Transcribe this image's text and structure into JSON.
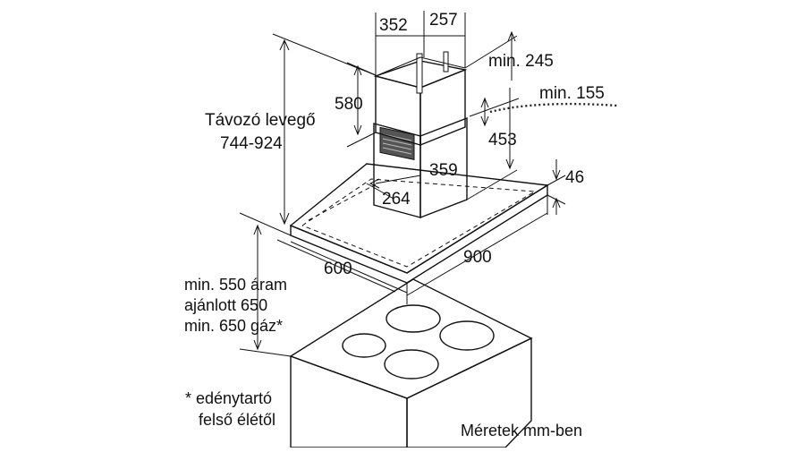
{
  "dimensions": {
    "chimney_width": "352",
    "chimney_depth": "257",
    "min_top": "min. 245",
    "min_side": "min. 155",
    "upper_chimney": "580",
    "lower_chimney": "453",
    "inner_width": "359",
    "inner_depth": "264",
    "canopy_thickness": "46",
    "hood_depth": "600",
    "hood_width": "900"
  },
  "labels": {
    "exhaust_title": "Távozó levegő",
    "exhaust_range": "744-924",
    "clearance_line1": "min. 550 áram",
    "clearance_line2": "ajánlott 650",
    "clearance_line3": "min. 650 gáz*",
    "footnote_line1": "* edénytartó",
    "footnote_line2": "felső élétől",
    "units": "Méretek mm-ben"
  },
  "colors": {
    "line": "#111111",
    "chimney_face": "#9a9a9a",
    "chimney_side": "#d2d2d2",
    "canopy": "#e4e4e4",
    "hob_top": "#777777",
    "hob_side": "#ffffff",
    "burner": "#ffffff"
  }
}
